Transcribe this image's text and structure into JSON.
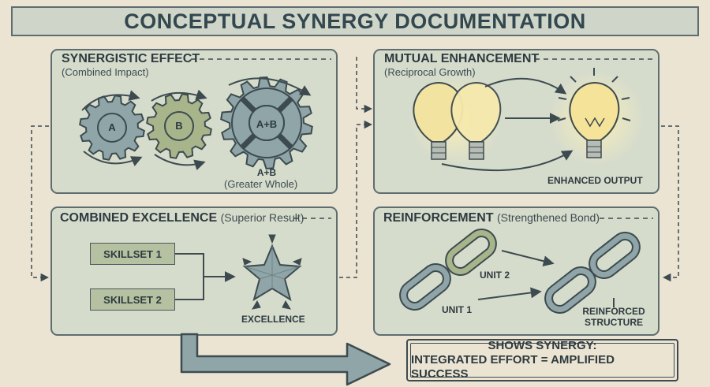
{
  "title": "CONCEPTUAL SYNERGY DOCUMENTATION",
  "panels": {
    "synergistic": {
      "title": "SYNERGISTIC EFFECT",
      "subtitle": "(Combined Impact)",
      "gear_a": "A",
      "gear_b": "B",
      "gear_ab": "A+B",
      "result_label": "A+B",
      "result_sub": "(Greater Whole)"
    },
    "mutual": {
      "title": "MUTUAL ENHANCEMENT",
      "subtitle": "(Reciprocal Growth)",
      "output_label": "ENHANCED OUTPUT"
    },
    "combined": {
      "title": "COMBINED EXCELLENCE",
      "subtitle": "(Superior Result)",
      "skill1": "SKILLSET 1",
      "skill2": "SKILLSET 2",
      "result_label": "EXCELLENCE"
    },
    "reinforcement": {
      "title": "REINFORCEMENT",
      "subtitle": "(Strengthened Bond)",
      "unit1": "UNIT 1",
      "unit2": "UNIT 2",
      "result_line1": "REINFORCED",
      "result_line2": "STRUCTURE"
    }
  },
  "stamp": {
    "line1": "SHOWS SYNERGY:",
    "line2": "INTEGRATED EFFORT = AMPLIFIED SUCCESS"
  },
  "colors": {
    "background": "#ece4d2",
    "panel": "#d6dccc",
    "gear_blue": "#8fa5a8",
    "gear_green": "#a8b58a",
    "bulb_glow": "#f3e3a0",
    "chain": "#8fa5a8"
  }
}
